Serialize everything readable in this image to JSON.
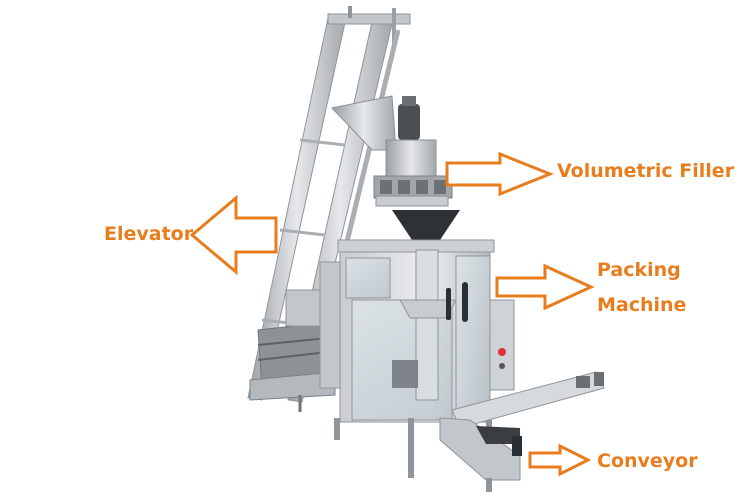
{
  "labels": {
    "volumetric_filler": "Volumetric Filler",
    "elevator": "Elevator",
    "packing_line1": "Packing",
    "packing_line2": "Machine",
    "conveyor": "Conveyor"
  },
  "colors": {
    "label": "#e87d1e",
    "arrow_stroke": "#e87d1e",
    "arrow_fill": "#ffffff",
    "machine_frame": "#b8bcc0",
    "machine_dark": "#6f7479"
  }
}
